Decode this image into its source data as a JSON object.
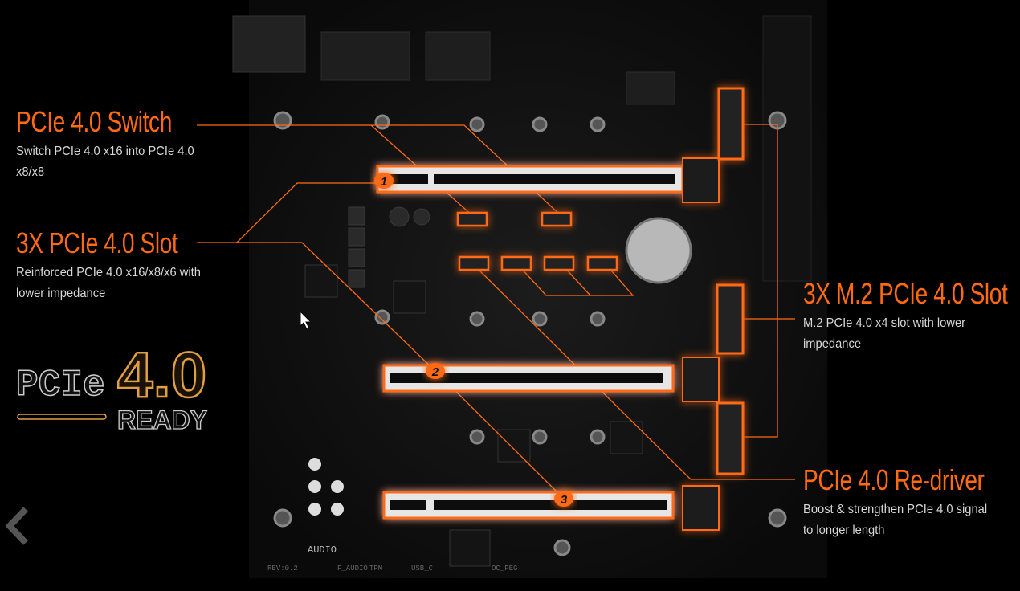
{
  "features": [
    {
      "title": "PCIe 4.0 Switch",
      "description": "Switch PCIe 4.0 x16 into PCIe 4.0 x8/x8"
    },
    {
      "title": "3X PCIe 4.0 Slot",
      "description": "Reinforced PCIe 4.0 x16/x8/x6 with lower impedance"
    },
    {
      "title": "3X M.2 PCIe 4.0 Slot",
      "description": "M.2 PCIe 4.0 x4 slot with lower impedance"
    },
    {
      "title": "PCIe 4.0 Re-driver",
      "description": "Boost & strengthen PCIe 4.0 signal to longer length"
    }
  ],
  "logo": {
    "pcie": "PCIe",
    "version": "4.0",
    "ready": "READY"
  },
  "slot_numbers": [
    "1",
    "2",
    "3"
  ],
  "board_labels": {
    "audio": "AUDIO",
    "f_audio": "F_AUDIO",
    "tpm": "TPM",
    "usb": "USB_C",
    "oc_peg": "OC_PEG",
    "rev": "REV:0.2"
  },
  "nav": {
    "prev_icon": "chevron-left-icon"
  },
  "colors": {
    "accent": "#ff6a13",
    "background": "#000000",
    "board": "#161616"
  }
}
